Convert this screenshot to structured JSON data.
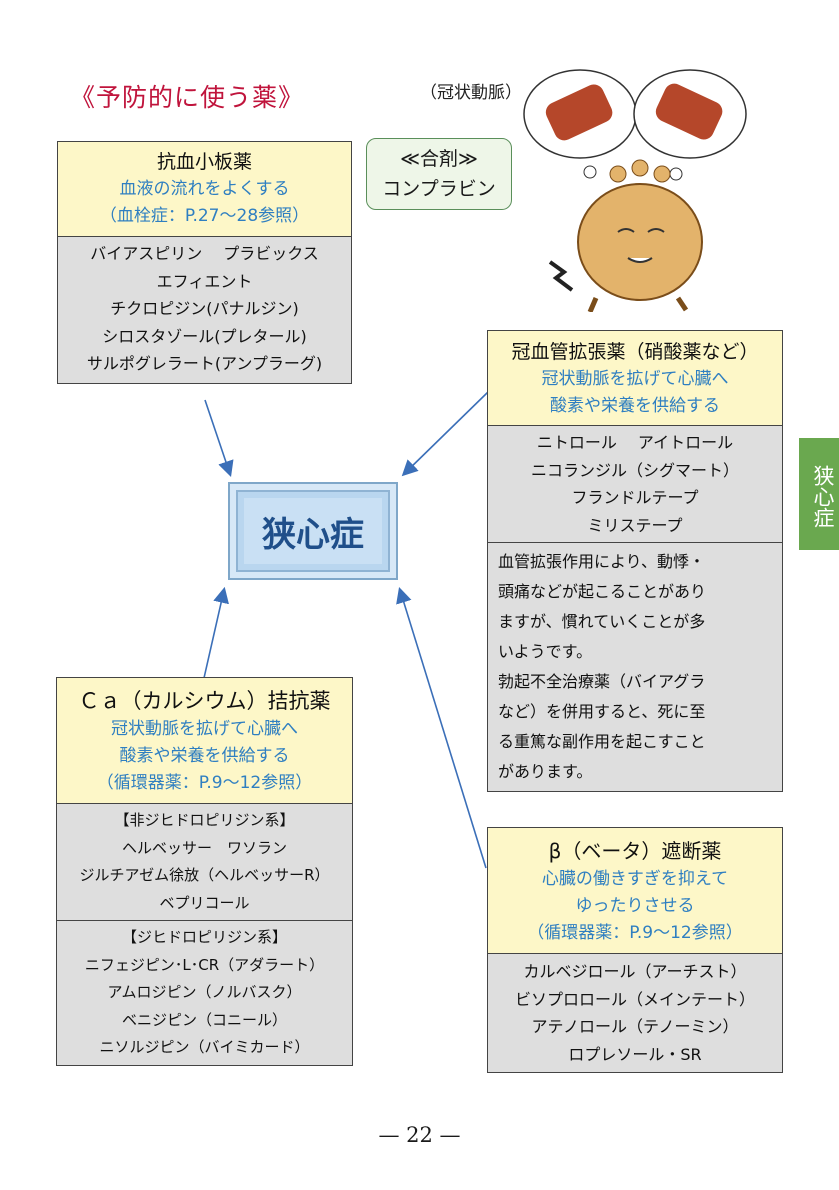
{
  "page_title": "《予防的に使う薬》",
  "artery_label": "（冠状動脈）",
  "combination": {
    "label": "≪合剤≫",
    "name": "コンプラビン"
  },
  "center": {
    "label": "狭心症"
  },
  "side_tab": "狭心症",
  "page_number": "— 22 —",
  "antiplatelet": {
    "name": "抗血小板薬",
    "desc1": "血液の流れをよくする",
    "desc2": "（血栓症：P.27〜28参照）",
    "drugs": [
      "バイアスピリン　 プラビックス",
      "エフィエント",
      "チクロピジン(パナルジン)",
      "シロスタゾール(プレタール)",
      "サルポグレラート(アンプラーグ)"
    ]
  },
  "vasodilator": {
    "name": "冠血管拡張薬（硝酸薬など）",
    "desc1": "冠状動脈を拡げて心臓へ",
    "desc2": "酸素や栄養を供給する",
    "drugs": [
      "ニトロール　 アイトロール",
      "ニコランジル（シグマート）",
      "フランドルテープ",
      "ミリステープ"
    ],
    "note": [
      "血管拡張作用により、動悸・",
      "頭痛などが起こることがあり",
      "ますが、慣れていくことが多",
      "いようです。",
      "勃起不全治療薬（バイアグラ",
      "など）を併用すると、死に至",
      "る重篤な副作用を起こすこと",
      "があります。"
    ]
  },
  "ca_antagonist": {
    "name": "Ｃａ（カルシウム）拮抗薬",
    "desc1": "冠状動脈を拡げて心臓へ",
    "desc2": "酸素や栄養を供給する",
    "desc3": "（循環器薬：P.9〜12参照）",
    "group1": [
      "【非ジヒドロピリジン系】",
      "ヘルベッサー　ワソラン",
      "ジルチアゼム徐放（ヘルベッサーR）",
      "ベプリコール"
    ],
    "group2": [
      "【ジヒドロピリジン系】",
      "ニフェジピン･L･CR（アダラート）",
      "アムロジピン（ノルバスク）",
      "ベニジピン（コニール）",
      "ニソルジピン（バイミカード）"
    ]
  },
  "beta_blocker": {
    "name": "β（ベータ）遮断薬",
    "desc1": "心臓の働きすぎを抑えて",
    "desc2": "ゆったりさせる",
    "desc3": "（循環器薬：P.9〜12参照）",
    "drugs": [
      "カルベジロール（アーチスト）",
      "ビソプロロール（メインテート）",
      "アテノロール（テノーミン）",
      "ロプレソール・SR"
    ]
  }
}
